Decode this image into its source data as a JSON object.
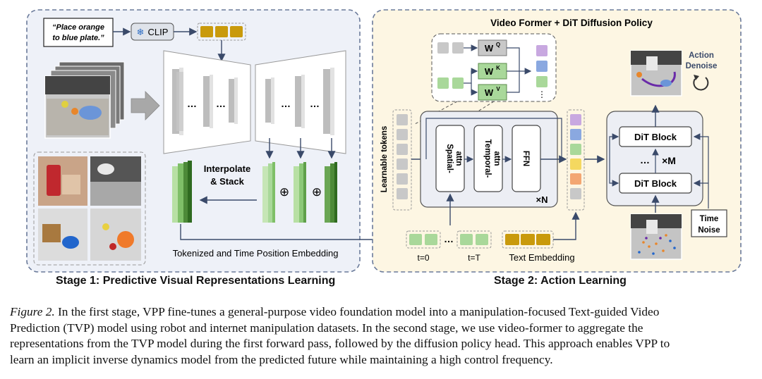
{
  "stage1": {
    "prompt_line1": "“Place orange",
    "prompt_line2": "to blue plate.”",
    "clip_label": "CLIP",
    "dots": "…",
    "interpolate_line1": "Interpolate",
    "interpolate_line2": "& Stack",
    "tokenized_label": "Tokenized and Time Position Embedding",
    "plus_symbol": "⊕",
    "title": "Stage 1: Predictive Visual Representations Learning"
  },
  "stage2": {
    "header": "Video Former + DiT Diffusion Policy",
    "wq": "W",
    "wq_sup": "Q",
    "wk": "W",
    "wk_sup": "K",
    "wv": "W",
    "wv_sup": "V",
    "learnable_tokens": "Learnable tokens",
    "spatial_line1": "Spatial-",
    "spatial_line2": "attn",
    "temporal_line1": "Temporal-",
    "temporal_line2": "attn",
    "ffn": "FFN",
    "times_n": "×N",
    "t0": "t=0",
    "tT": "t=T",
    "text_embedding": "Text Embedding",
    "dit_block_top": "DiT Block",
    "dit_block_bottom": "DiT Block",
    "times_m": "×M",
    "action_denoise_line1": "Action",
    "action_denoise_line2": "Denoise",
    "time_noise_line1": "Time",
    "time_noise_line2": "Noise",
    "title": "Stage 2: Action Learning"
  },
  "caption": {
    "label": "Figure 2.",
    "line1_rest": " In the first stage, VPP fine-tunes a general-purpose video foundation model into a manipulation-focused Text-guided Video",
    "line2": "Prediction (TVP) model using robot and internet manipulation datasets.  In the second stage, we use video-former to aggregate the",
    "line3": "representations from the TVP model during the first forward pass, followed by the diffusion policy head. This approach enables VPP to",
    "line4": "learn an implicit inverse dynamics model from the predicted future while maintaining a high control frequency."
  },
  "colors": {
    "stage1_bg": "#eef1f8",
    "stage2_bg": "#fdf6e3",
    "gold": "#c99a0c",
    "light_green": "#a9d89a",
    "dark_green": "#3f7a2a",
    "token_gray": "#c8c8c8",
    "purple": "#c8a8e0",
    "blue": "#8aa8e0",
    "yellow": "#f4d860",
    "orange": "#f3a672"
  }
}
